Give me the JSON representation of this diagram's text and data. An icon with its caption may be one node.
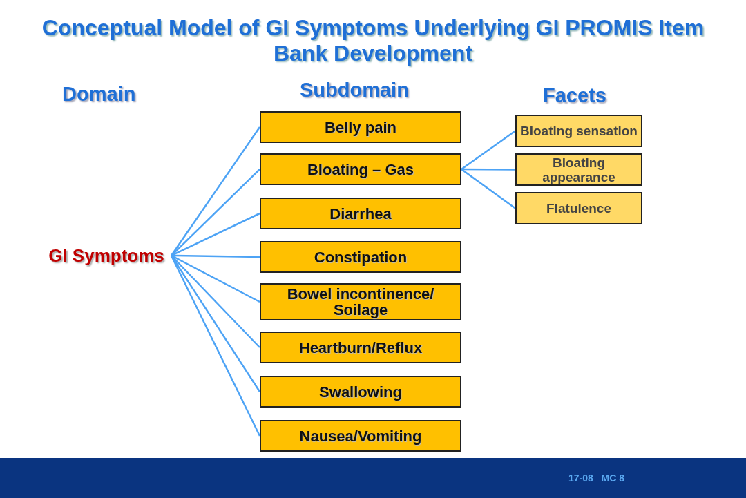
{
  "diagram": {
    "title": "Conceptual Model of GI Symptoms Underlying GI PROMIS Item Bank Development",
    "nodes": [
      {
        "text": [
          "GI Symptoms"
        ]
      },
      {
        "text": [
          "Belly pain"
        ]
      },
      {
        "text": [
          "Bloating – Gas"
        ]
      },
      {
        "text": [
          "Diarrhea"
        ]
      },
      {
        "text": [
          "Constipation"
        ]
      },
      {
        "text": [
          "Bowel incontinence/ Soilage"
        ]
      },
      {
        "text": [
          "Heartburn/Reflux"
        ]
      },
      {
        "text": [
          "Swallowing"
        ]
      },
      {
        "text": [
          "Nausea/Vomiting"
        ]
      },
      {
        "text": [
          "Bloating sensation"
        ]
      },
      {
        "text": [
          "Bloating appearance"
        ]
      },
      {
        "text": [
          "Flatulence"
        ]
      }
    ],
    "edges": [
      {
        "from": 0,
        "to": 1,
        "arrow": "none"
      },
      {
        "from": 0,
        "to": 2,
        "arrow": "none"
      },
      {
        "from": 0,
        "to": 3,
        "arrow": "none"
      },
      {
        "from": 0,
        "to": 4,
        "arrow": "none"
      },
      {
        "from": 0,
        "to": 5,
        "arrow": "none"
      },
      {
        "from": 0,
        "to": 6,
        "arrow": "none"
      },
      {
        "from": 0,
        "to": 7,
        "arrow": "none"
      },
      {
        "from": 0,
        "to": 8,
        "arrow": "none"
      },
      {
        "from": 2,
        "to": 9,
        "arrow": "none"
      },
      {
        "from": 2,
        "to": 10,
        "arrow": "none"
      },
      {
        "from": 2,
        "to": 11,
        "arrow": "none"
      }
    ],
    "labels": [
      "Domain",
      "Subdomain",
      "Facets",
      "17-08   MC 8"
    ]
  }
}
